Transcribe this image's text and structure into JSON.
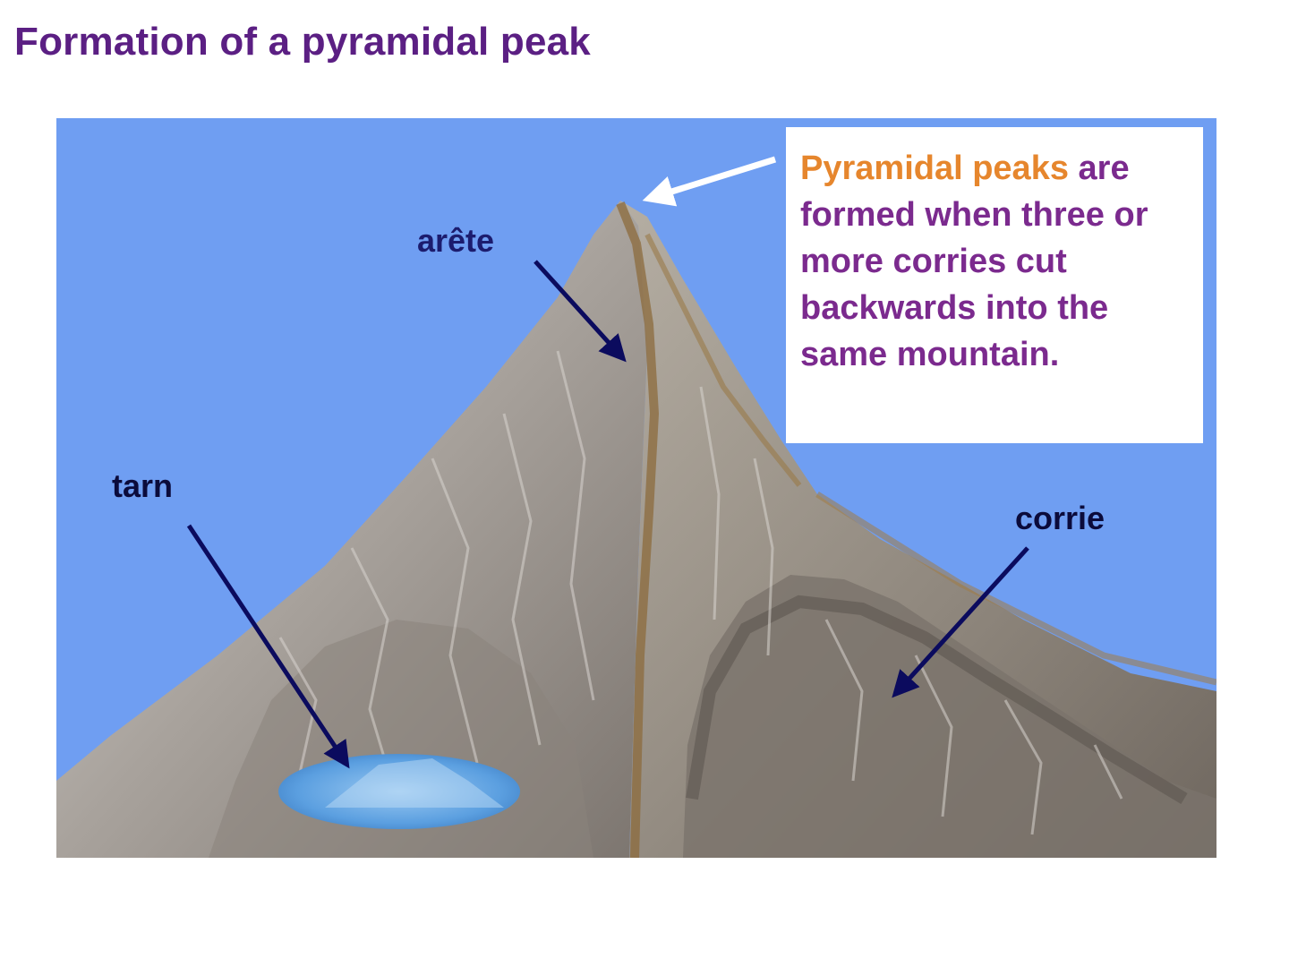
{
  "title": "Formation of a pyramidal peak",
  "labels": {
    "arete": "arête",
    "tarn": "tarn",
    "corrie": "corrie"
  },
  "info_box": {
    "highlight": "Pyramidal peaks",
    "text": " are formed when three or more corries cut backwards into the same mountain."
  },
  "colors": {
    "title": "#5b1f83",
    "sky": "#6f9ef2",
    "highlight": "#e6862d",
    "body_text": "#7b2a8e",
    "arrow": "#0b0b5e",
    "tarn_water": "#5b9fe0"
  }
}
